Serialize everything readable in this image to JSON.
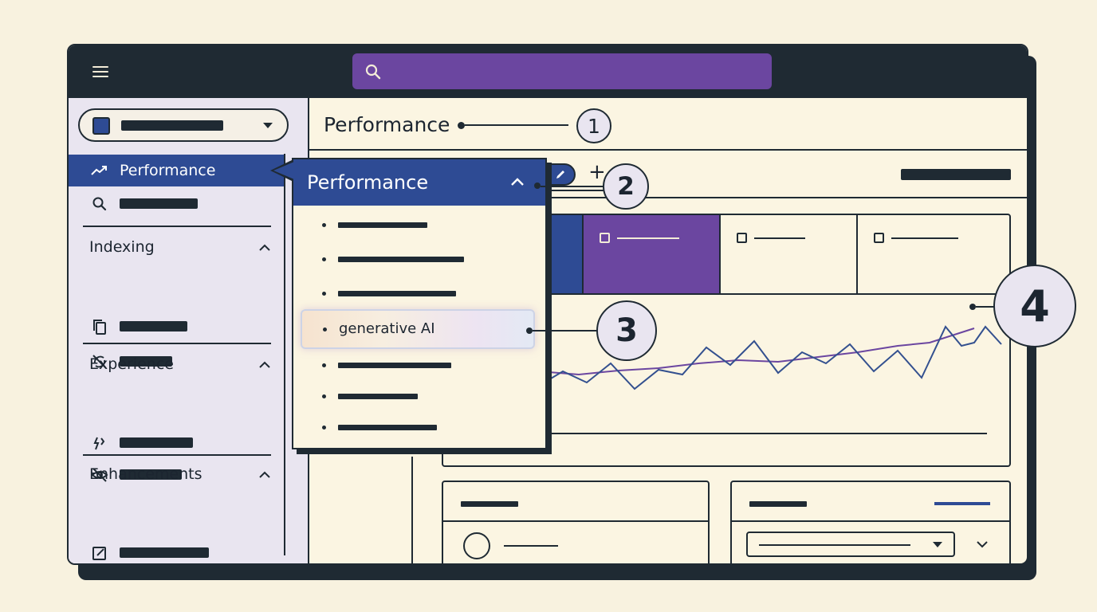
{
  "header": {
    "menu_icon": "hamburger-icon",
    "search_icon": "search-icon"
  },
  "sidebar": {
    "active_item": {
      "label": "Performance",
      "icon": "trending-up-icon"
    },
    "sections": [
      {
        "title": "Indexing"
      },
      {
        "title": "Experience"
      },
      {
        "title": "Enhancements"
      }
    ]
  },
  "main": {
    "page_title": "Performance"
  },
  "popover": {
    "title": "Performance",
    "highlighted_item": "generative AI"
  },
  "callouts": [
    "1",
    "2",
    "3",
    "4"
  ],
  "colors": {
    "topbar": "#1f2a33",
    "search": "#6b46a0",
    "accent_blue": "#2e4b94",
    "accent_purple": "#6b46a0",
    "background": "#f8f2df",
    "sidebar_bg": "#e9e5f0"
  }
}
